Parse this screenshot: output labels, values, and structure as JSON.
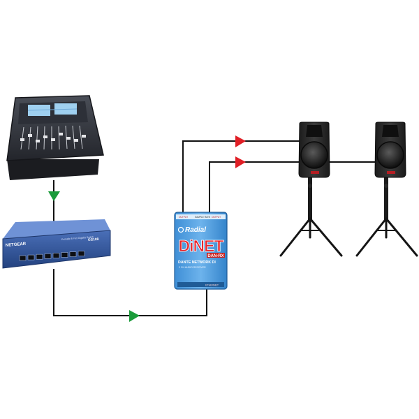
{
  "devices": {
    "console": {
      "kind": "digital-mixing-console"
    },
    "switch": {
      "brand": "NETGEAR",
      "subtitle": "ProSafe 8 Port Gigabit Switch",
      "model": "GS108",
      "port_count": 8
    },
    "dinet": {
      "brand": "Radial",
      "name": "DiNET",
      "model": "DAN-RX",
      "subtitle": "DANTE NETWORK DI",
      "tagline": "2 CH AUDIO RECEIVER",
      "port_label": "ETHERNET",
      "top_labels": [
        "OUTPUT",
        "SAMPLE RATE",
        "OUTPUT"
      ]
    },
    "speakers": [
      {
        "kind": "powered-speaker-on-stand"
      },
      {
        "kind": "powered-speaker-on-stand"
      }
    ]
  },
  "connections": {
    "network_color": "#1a9b3a",
    "analog_color": "#e01f26",
    "cable_color": "#111111"
  }
}
